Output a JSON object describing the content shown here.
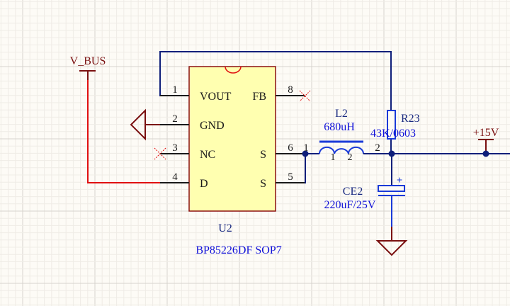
{
  "colors": {
    "background": "#fdfbf6",
    "grid_minor": "#efece6",
    "grid_major": "#d6d3cd",
    "wire": "#0f1f7a",
    "power_port": "#7a1010",
    "pin": "#1a1a1a",
    "vbus_wire": "#e01010",
    "component_body": "#ffffb0",
    "component_border": "#8b1010",
    "designator_text": "#1a2a80",
    "comment_text": "#1010d8",
    "no_erc": "#e01010",
    "junction": "#0f1f7a"
  },
  "schematic": {
    "power_ports": {
      "vbus": {
        "name": "V_BUS"
      },
      "v15": {
        "name": "+15V"
      }
    },
    "u2": {
      "designator": "U2",
      "comment": "BP85226DF SOP7",
      "left_pins": [
        {
          "number": "1",
          "name": "VOUT"
        },
        {
          "number": "2",
          "name": "GND"
        },
        {
          "number": "3",
          "name": "NC"
        },
        {
          "number": "4",
          "name": "D"
        }
      ],
      "right_pins": [
        {
          "number": "8",
          "name": "FB"
        },
        {
          "number": "6",
          "name": "S"
        },
        {
          "number": "5",
          "name": "S"
        }
      ]
    },
    "l2": {
      "designator": "L2",
      "value": "680uH",
      "pin1": "1",
      "pin2": "2",
      "net_pin1": "1",
      "net_pin2": "2"
    },
    "r23": {
      "designator": "R23",
      "value": "43K/0603"
    },
    "ce2": {
      "designator": "CE2",
      "value": "220uF/25V",
      "polarity": "+"
    }
  }
}
